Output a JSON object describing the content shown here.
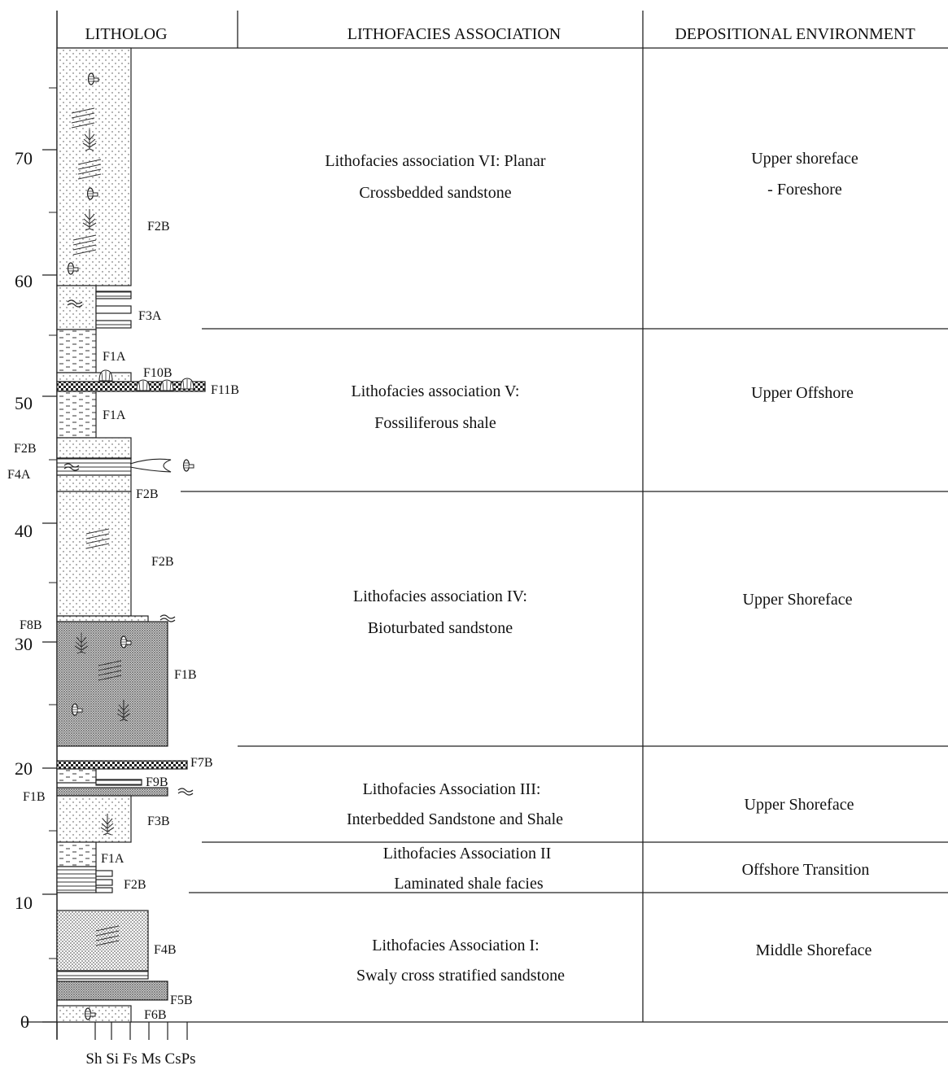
{
  "headers": {
    "litholog": "LITHOLOG",
    "association": "LITHOFACIES ASSOCIATION",
    "environment": "DEPOSITIONAL ENVIRONMENT"
  },
  "depth_ticks": [
    "0",
    "10",
    "20",
    "30",
    "40",
    "50",
    "60",
    "70"
  ],
  "grain_size_axis": "Sh Si Fs Ms CsPs",
  "associations": [
    {
      "line1": "Lithofacies association VI: Planar",
      "line2": "Crossbedded sandstone"
    },
    {
      "line1": "Lithofacies association V:",
      "line2": "Fossiliferous shale"
    },
    {
      "line1": "Lithofacies association IV:",
      "line2": "Bioturbated sandstone"
    },
    {
      "line1": "Lithofacies Association III:",
      "line2": "Interbedded Sandstone and Shale"
    },
    {
      "line1": "Lithofacies Association II",
      "line2": "Laminated shale facies"
    },
    {
      "line1": "Lithofacies Association I:",
      "line2": "Swaly cross stratified sandstone"
    }
  ],
  "environments": [
    {
      "line1": "Upper shoreface",
      "line2": "- Foreshore"
    },
    {
      "line1": "Upper Offshore",
      "line2": ""
    },
    {
      "line1": "Upper Shoreface",
      "line2": ""
    },
    {
      "line1": "Upper Shoreface",
      "line2": ""
    },
    {
      "line1": "Offshore Transition",
      "line2": ""
    },
    {
      "line1": "Middle Shoreface",
      "line2": ""
    }
  ],
  "facies_labels": {
    "vi_f2b": "F2B",
    "vi_f3a": "F3A",
    "v_f1a_top": "F1A",
    "v_f10b": "F10B",
    "v_f11b": "F11B",
    "v_f1a_low": "F1A",
    "v_f2b_left": "F2B",
    "v_f4a_left": "F4A",
    "v_f2b_base": "F2B",
    "iv_f2b": "F2B",
    "iv_f8b": "F8B",
    "iv_f1b": "F1B",
    "iii_f7b": "F7B",
    "iii_f9b": "F9B",
    "iii_f1b": "F1B",
    "iii_f3b": "F3B",
    "ii_f1a": "F1A",
    "ii_f2b": "F2B",
    "i_f4b": "F4B",
    "i_f5b": "F5B",
    "i_f6b": "F6B"
  }
}
